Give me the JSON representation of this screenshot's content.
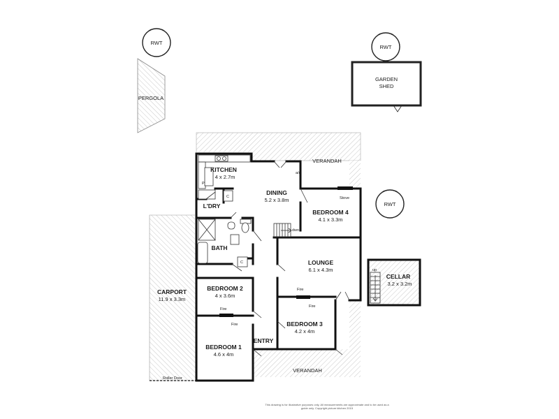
{
  "rooms": {
    "kitchen": {
      "name": "KITCHEN",
      "dims": "4 x 2.7m"
    },
    "dining": {
      "name": "DINING",
      "dims": "5.2 x 3.8m"
    },
    "bedroom4": {
      "name": "BEDROOM 4",
      "dims": "4.1 x 3.3m"
    },
    "lounge": {
      "name": "LOUNGE",
      "dims": "6.1 x 4.3m"
    },
    "bedroom2": {
      "name": "BEDROOM 2",
      "dims": "4 x 3.6m"
    },
    "bedroom3": {
      "name": "BEDROOM 3",
      "dims": "4.2 x 4m"
    },
    "bedroom1": {
      "name": "BEDROOM 1",
      "dims": "4.6 x 4m"
    },
    "carport": {
      "name": "CARPORT",
      "dims": "11.9 x 3.3m"
    },
    "cellar": {
      "name": "CELLAR",
      "dims": "3.2 x 3.2m"
    },
    "garden_shed": {
      "line1": "GARDEN",
      "line2": "SHED"
    },
    "laundry": {
      "name": "L'DRY"
    },
    "bath": {
      "name": "BATH"
    },
    "entry": {
      "name": "ENTRY"
    },
    "pergola": {
      "name": "PERGOLA"
    },
    "verandah_top": {
      "name": "VERANDAH"
    },
    "verandah_bottom": {
      "name": "VERANDAH"
    }
  },
  "tanks": [
    "RWT",
    "RWT",
    "RWT"
  ],
  "fixtures": {
    "pantry": "P",
    "cupboard_laundry": "C",
    "cupboard_bath": "C",
    "stove": "Stove",
    "fire": "Fire",
    "ac": "a/c",
    "down": "dwn",
    "up": "up",
    "roller_door": "Roller Door"
  },
  "disclaimer": {
    "line1": "This drawing is for illustrative purposes only. All measurements are approximate and to be used as a",
    "line2": "guide only. Copyright picture kitchen 2015"
  }
}
